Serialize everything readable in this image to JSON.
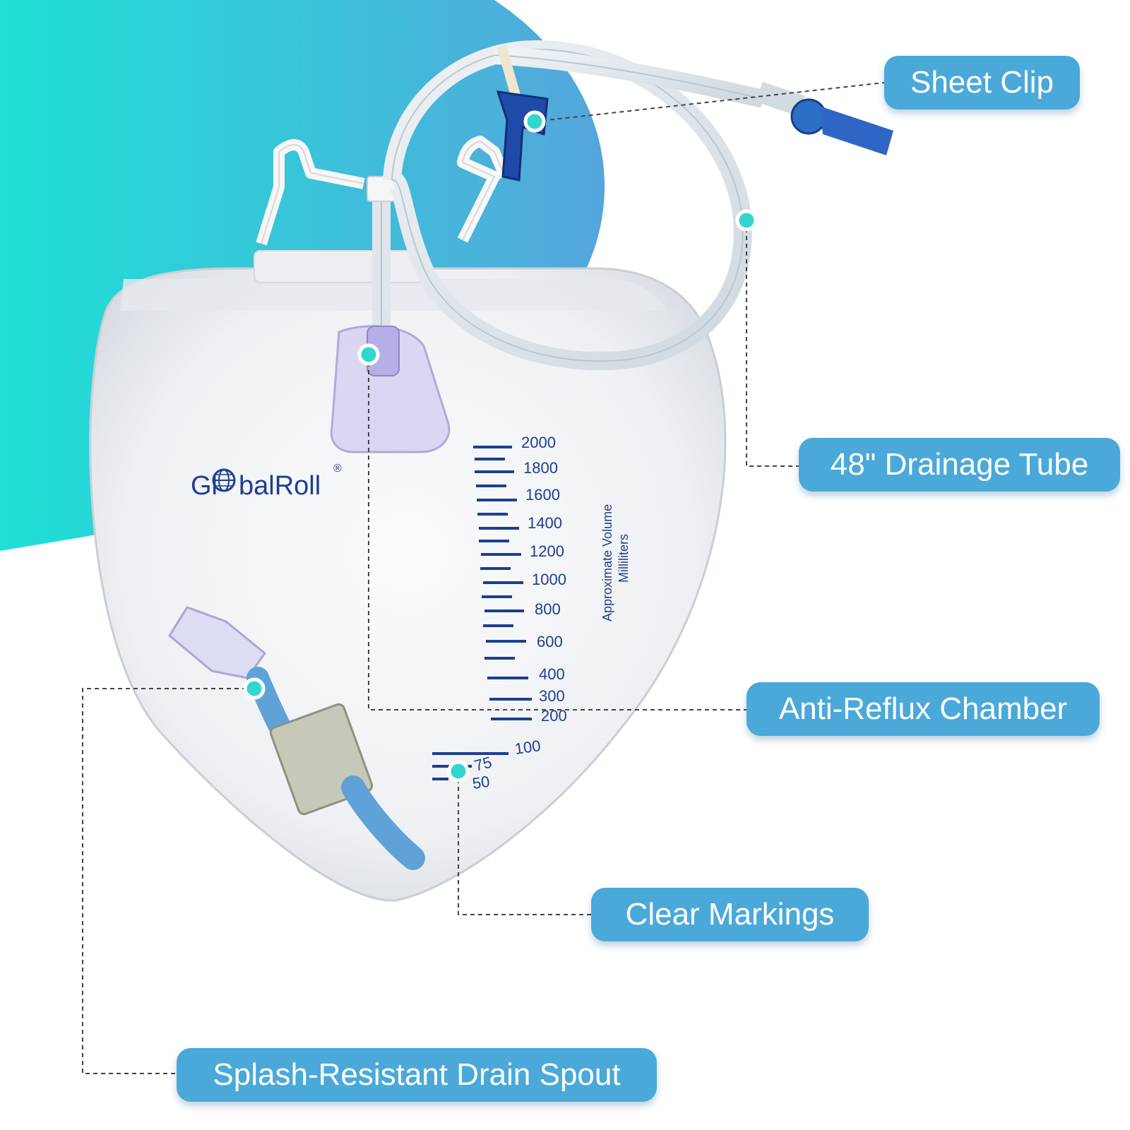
{
  "brand": {
    "name": "GlobalRoll",
    "mark": "®"
  },
  "colors": {
    "callout": "#4aa9d9",
    "dot": "#33d6cf",
    "scale": "#1d3f8f",
    "bg_teal": "#1ee0d6",
    "bg_blue": "#55a6dc"
  },
  "callouts": {
    "sheet_clip": "Sheet Clip",
    "drainage_tube": "48\" Drainage Tube",
    "anti_reflux": "Anti-Reflux Chamber",
    "clear_markings": "Clear Markings",
    "drain_spout": "Splash-Resistant Drain Spout"
  },
  "scale": {
    "unit_line1": "Approximate Volume",
    "unit_line2": "Milliliters",
    "labels": [
      "2000",
      "1800",
      "1600",
      "1400",
      "1200",
      "1000",
      "800",
      "600",
      "400",
      "300",
      "200",
      "100",
      "75",
      "50"
    ]
  }
}
